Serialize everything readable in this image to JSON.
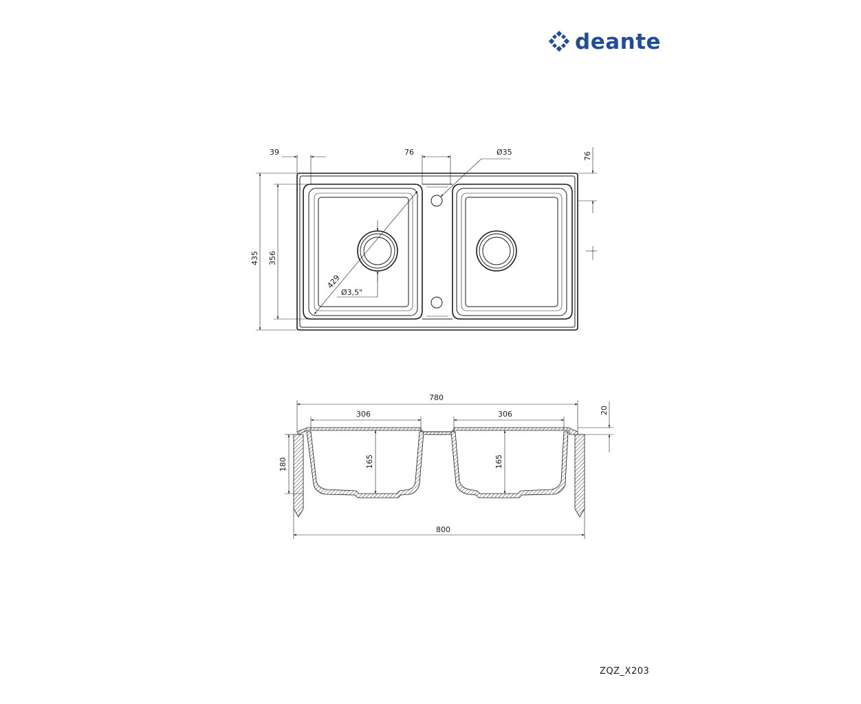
{
  "brand": {
    "name": "deante",
    "color": "#1f4e96",
    "logo_icon": "deante-logo-icon"
  },
  "product_code": "ZQZ_X203",
  "top_view": {
    "dimensions": {
      "edge_offset": "39",
      "tap_spacing": "76",
      "tap_hole": "Ø35",
      "right_offset": "76",
      "overall_depth": "435",
      "bowl_depth": "356",
      "diagonal": "429",
      "drain": "Ø3,5\""
    }
  },
  "side_view": {
    "dimensions": {
      "inner_width": "780",
      "bowl_width_left": "306",
      "bowl_width_right": "306",
      "rim_height": "20",
      "total_height": "180",
      "bowl_depth_left": "165",
      "bowl_depth_right": "165",
      "overall_width": "800"
    }
  }
}
